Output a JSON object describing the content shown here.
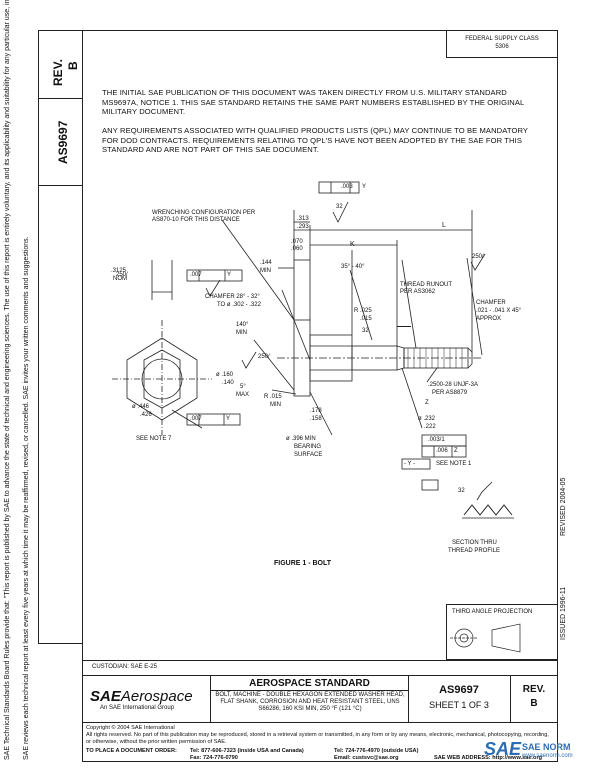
{
  "top_box": {
    "line1": "FEDERAL SUPPLY CLASS",
    "line2": "5306"
  },
  "side": {
    "rev_label": "REV.",
    "rev_value": "B",
    "doc_number": "AS9697",
    "issued": "ISSUED 1996-11",
    "revised": "REVISED 2004-05",
    "note_left": "SAE Technical Standards Board Rules provide that: \"This report is published by SAE to advance the state of technical and engineering sciences. The use of this report is entirely voluntary, and its applicability and suitability for any particular use, including any patent infringement arising therefrom, is the sole responsibility of the user.\"",
    "note_right": "SAE reviews each technical report at least every five years at which time it may be reaffirmed, revised, or cancelled. SAE invites your written comments and suggestions."
  },
  "intro": {
    "p1": "THE INITIAL SAE PUBLICATION OF THIS DOCUMENT WAS TAKEN DIRECTLY FROM U.S. MILITARY STANDARD MS9697A, NOTICE 1. THIS SAE STANDARD RETAINS THE SAME PART NUMBERS ESTABLISHED BY THE ORIGINAL MILITARY DOCUMENT.",
    "p2": "ANY REQUIREMENTS ASSOCIATED WITH QUALIFIED PRODUCTS LISTS (QPL) MAY CONTINUE TO BE MANDATORY FOR DOD CONTRACTS. REQUIREMENTS RELATING TO QPL'S HAVE NOT BEEN ADOPTED BY THE SAE FOR THIS STANDARD AND ARE NOT PART OF THIS SAE DOCUMENT."
  },
  "drawing": {
    "labels": {
      "wrenching": "WRENCHING CONFIGURATION PER AS870-10 FOR THIS DISTANCE",
      "nom_val": ".3125",
      "nom": "NOM",
      "d250_a": "250/",
      "see_note7": "SEE NOTE 7",
      "dia446": "ø .446",
      "dia426": ".426",
      "tol007": ".007",
      "dat_y": "Y",
      "d313": ".313",
      "d293": ".293",
      "d070": ".070",
      "d060": ".060",
      "d144": ".144",
      "min": "MIN",
      "L": "L",
      "K": "K",
      "a35": "35° - 40°",
      "chamfer28": "CHAMFER 28° - 32°",
      "chamfer28b": "TO ø .302 - .322",
      "a140": "140°",
      "min2": "MIN",
      "d160": "ø .160",
      "d140": ".140",
      "a5": "5°",
      "max": "MAX",
      "r015": "R .015",
      "min3": "MIN",
      "d178": ".178",
      "d158": ".158",
      "d396": "ø .396 MIN",
      "bearing": "BEARING",
      "surface": "SURFACE",
      "r025": "R .025",
      "r015b": ".015",
      "d32a": "32",
      "d32b": "32",
      "d32c": "32",
      "thread_runout": "THREAD RUNOUT PER AS3062",
      "chamfer021": "CHAMFER",
      "chamfer021b": ".021 - .041 X 45°",
      "approx": "APPROX",
      "d250_b": "250/",
      "d250_c": "250/",
      "thread": ".2500-28 UNJF-3A",
      "per_as8879": "PER AS8879",
      "d232": "ø .232",
      "d222": ".222",
      "z": "Z",
      "fcf1_tol": ".003",
      "fcf1_dat": "Y",
      "tol0031": ".003/1",
      "tol006": ".006",
      "dat_z": "Z",
      "dat_y_box": "- Y -",
      "see_note1": "SEE NOTE 1",
      "section_thru": "SECTION THRU",
      "thread_profile": "THREAD PROFILE",
      "figure": "FIGURE 1 - BOLT"
    }
  },
  "projection": {
    "label": "THIRD ANGLE PROJECTION"
  },
  "title_block": {
    "custodian": "CUSTODIAN: SAE E-25",
    "logo_sae": "SAE",
    "logo_aero": "Aerospace",
    "logo_sub": "An SAE International Group",
    "std_title": "AEROSPACE STANDARD",
    "desc": "BOLT, MACHINE - DOUBLE HEXAGON EXTENDED WASHER HEAD, FLAT SHANK, CORROSION AND HEAT RESISTANT STEEL, UNS S66286, 160 KSI MIN, 250 °F (121 °C)",
    "doc": "AS9697",
    "sheet": "SHEET 1 OF 3",
    "rev_label": "REV.",
    "rev_value": "B"
  },
  "footer": {
    "copyright": "Copyright © 2004 SAE International",
    "rights": "All rights reserved. No part of this publication may be reproduced, stored in a retrieval system or transmitted, in any form or by any means, electronic, mechanical, photocopying, recording, or otherwise, without the prior written permission of SAE.",
    "order_label": "TO PLACE A DOCUMENT ORDER:",
    "tel": "Tel: 877-606-7323 (inside USA and Canada)",
    "fax": "Fax: 724-776-0790",
    "tel2": "Tel: 724-776-4970 (outside USA)",
    "email": "Email: custsvc@sae.org",
    "web": "SAE WEB ADDRESS: http://www.sae.org",
    "watermark_sae": "SAE",
    "watermark_norm": "SAE NORM",
    "watermark_url": "www.saenorm.com"
  }
}
